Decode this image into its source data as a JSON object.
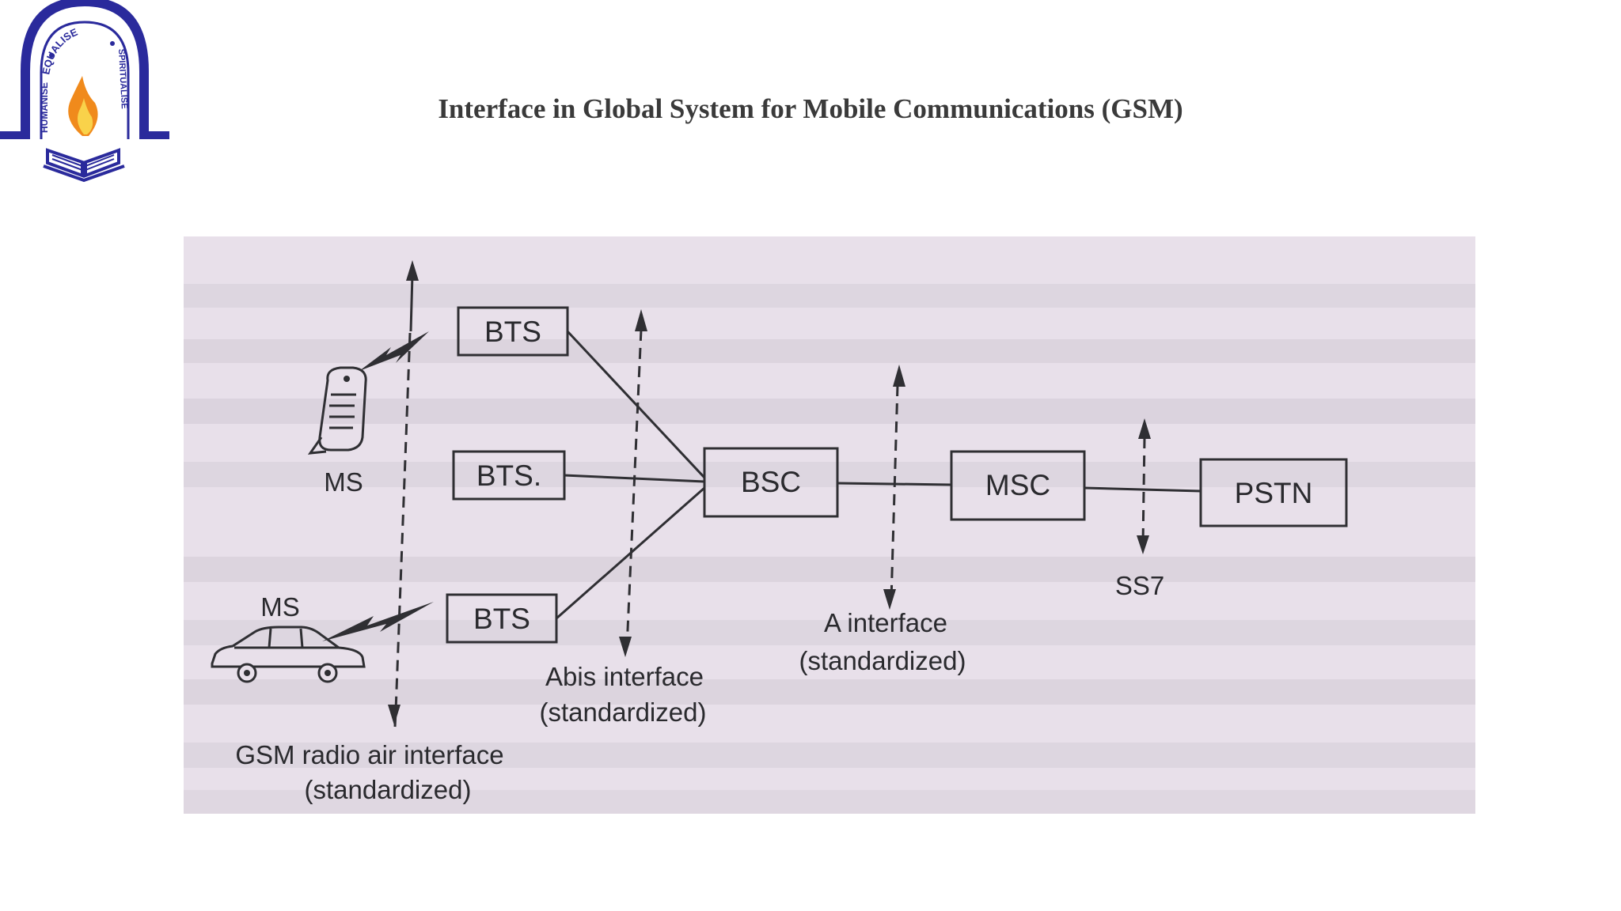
{
  "slide": {
    "title": "Interface in Global System for Mobile Communications (GSM)"
  },
  "logo": {
    "top_text": "EQUALISE",
    "left_text": "HUMANISE",
    "right_text": "SPIRITUALISE",
    "colors": {
      "arch": "#2a2a9c",
      "flame_outer": "#f08a1c",
      "flame_inner": "#f9d24a",
      "book": "#2a2a9c"
    }
  },
  "diagram": {
    "nodes": {
      "bts_top": "BTS",
      "bts_mid": "BTS.",
      "bts_bottom": "BTS",
      "bsc": "BSC",
      "msc": "MSC",
      "pstn": "PSTN"
    },
    "mobile_stations": {
      "handheld": "MS",
      "car": "MS"
    },
    "interfaces": {
      "air": {
        "line1": "GSM radio air interface",
        "line2": "(standardized)"
      },
      "abis": {
        "line1": "Abis interface",
        "line2": "(standardized)"
      },
      "a": {
        "line1": "A interface",
        "line2": "(standardized)"
      },
      "ss7": "SS7"
    },
    "colors": {
      "background": "#e8e0ea",
      "ink": "#2f2f33",
      "bleed_through": "#a9a1ad"
    }
  }
}
